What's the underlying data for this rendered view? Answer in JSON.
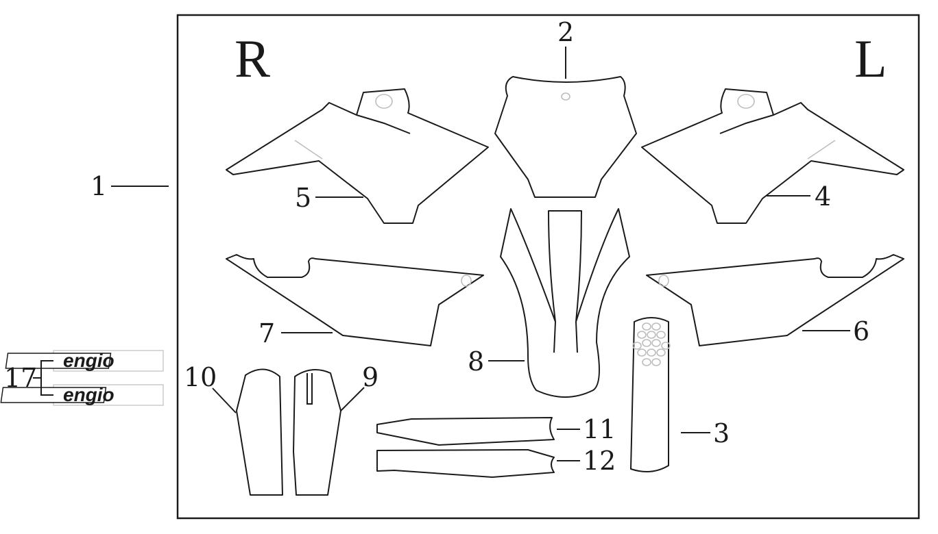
{
  "side_labels": {
    "right": "R",
    "left": "L"
  },
  "callouts": {
    "c1": "1",
    "c2": "2",
    "c3": "3",
    "c4": "4",
    "c5": "5",
    "c6": "6",
    "c7": "7",
    "c8": "8",
    "c9": "9",
    "c10": "10",
    "c11": "11",
    "c12": "12",
    "c17": "17"
  },
  "decal_logo_text": "engio",
  "colors": {
    "line": "#1a1a1a",
    "ghost": "#bdbdbd",
    "background": "#ffffff"
  }
}
